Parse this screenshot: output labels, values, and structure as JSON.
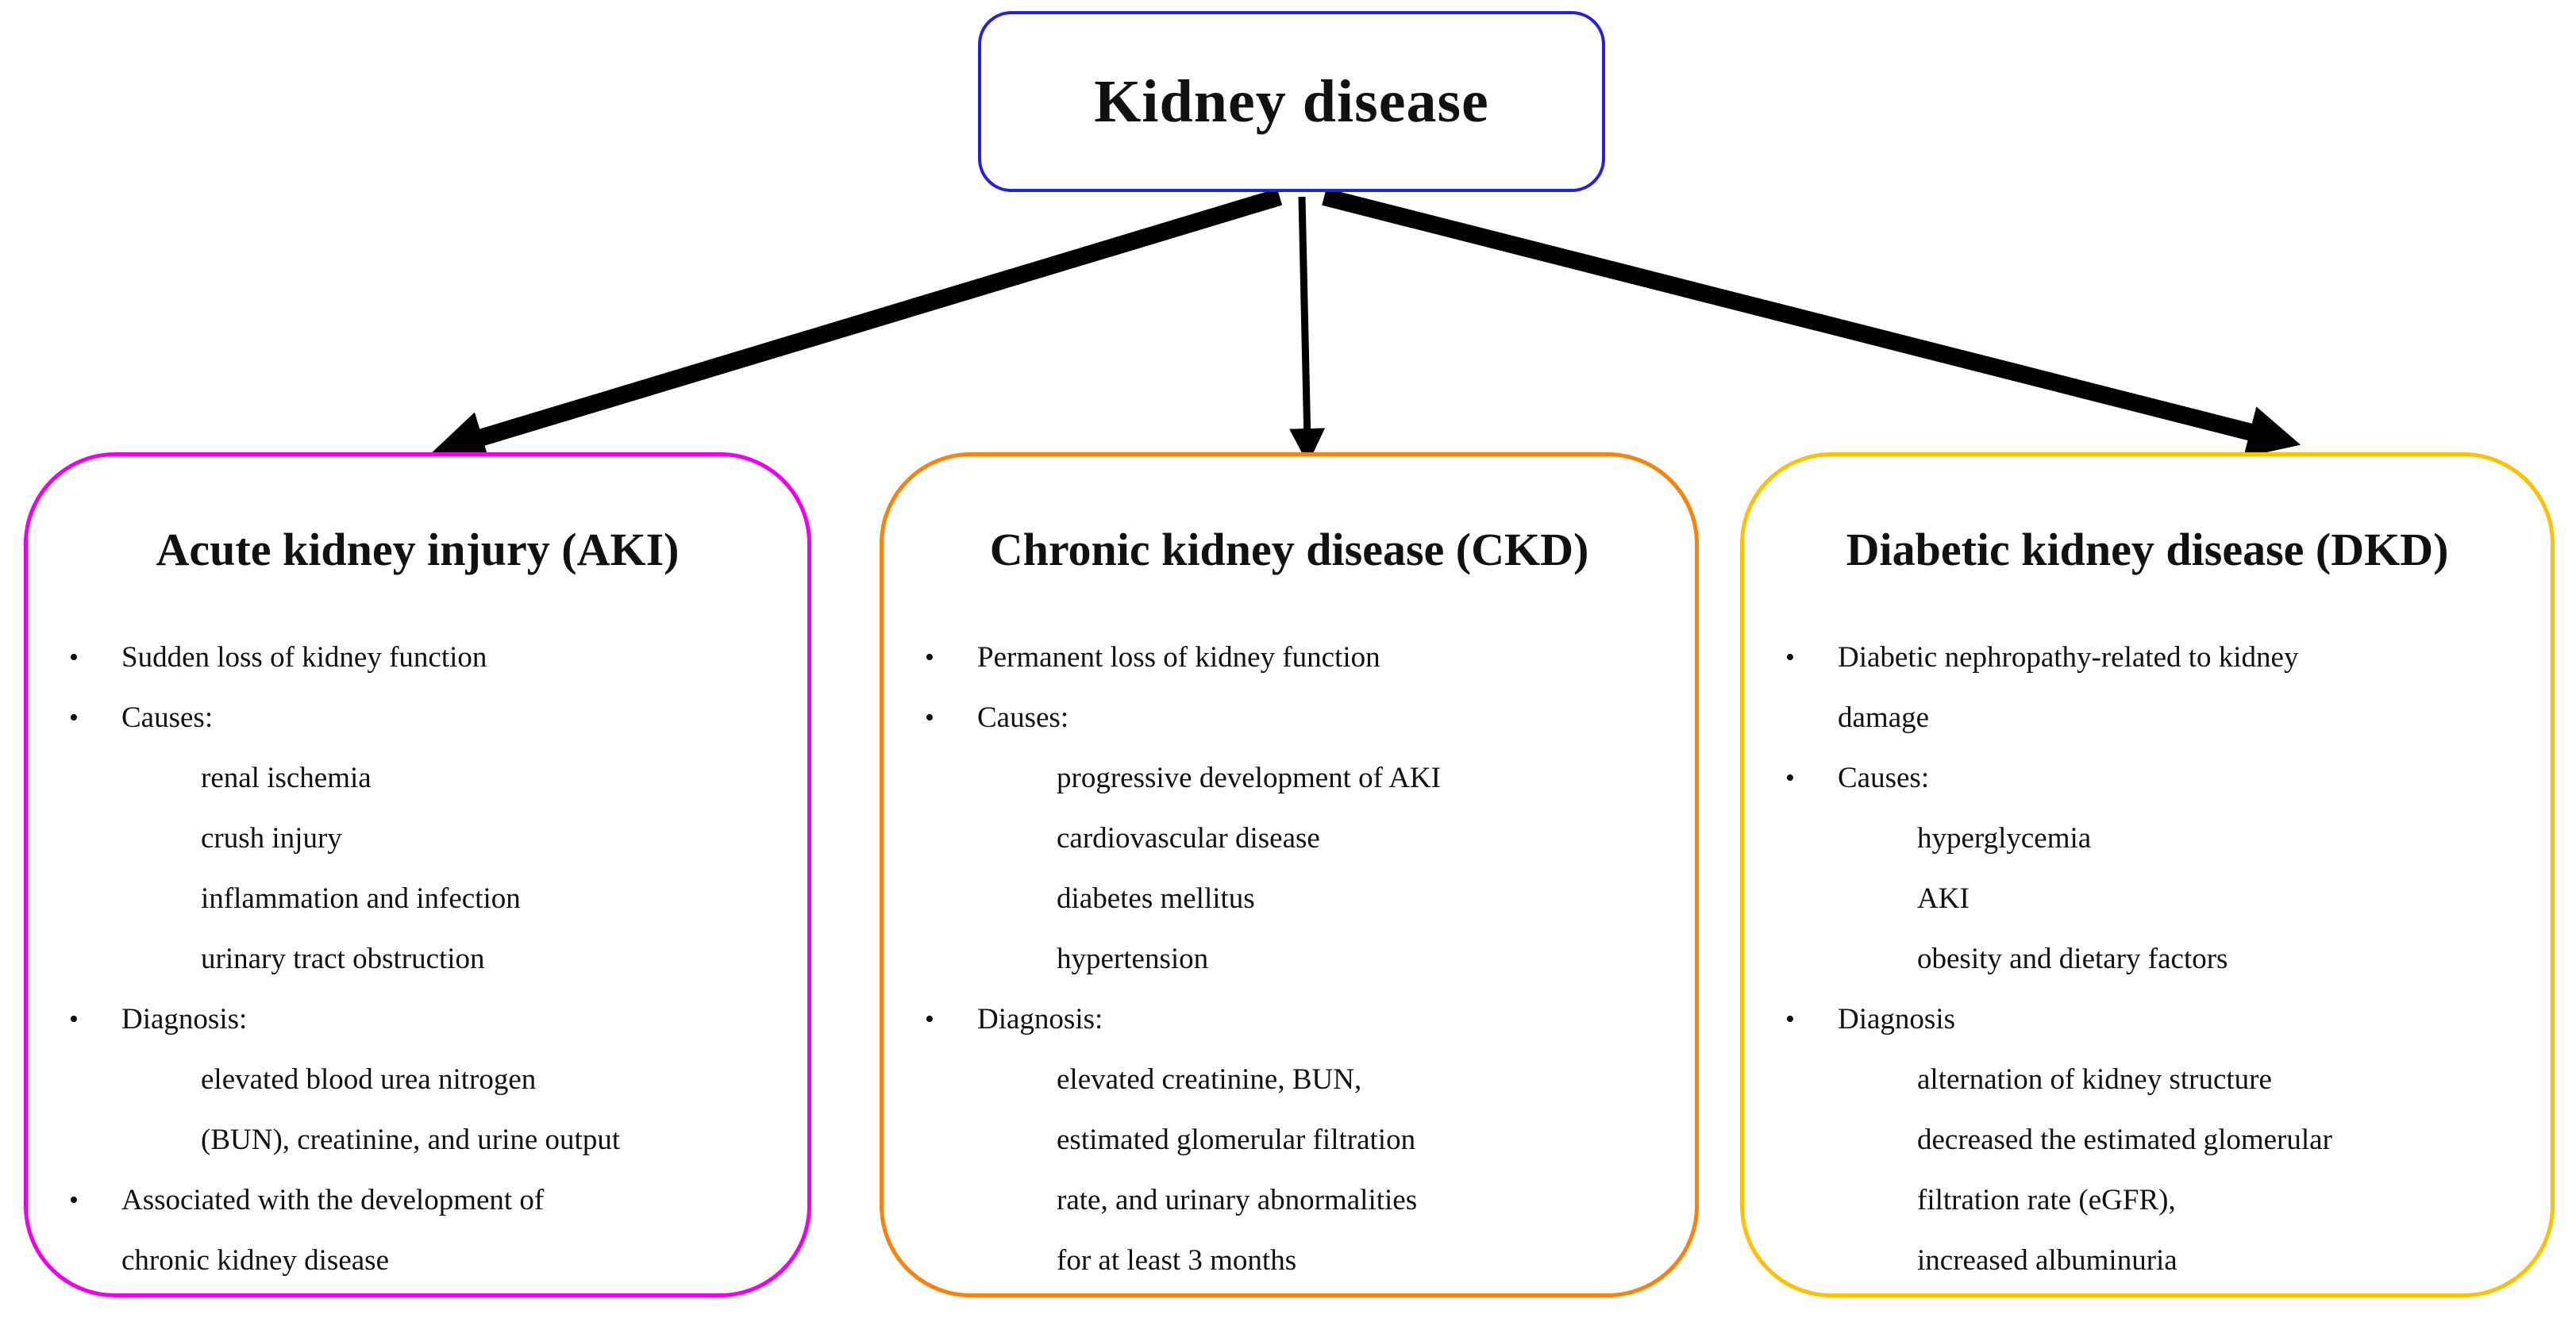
{
  "figure": {
    "bullet_char": "•",
    "arrow_color": "#000000"
  },
  "root": {
    "title": "Kidney disease",
    "border_color": "#2222dd"
  },
  "branches": [
    {
      "title": "Acute kidney injury (AKI)",
      "border_color": "#ee00ee",
      "items": [
        {
          "indent": "bullet",
          "text": "Sudden loss of kidney function"
        },
        {
          "indent": "bullet",
          "text": "Causes:"
        },
        {
          "indent": "sub",
          "text": "renal ischemia"
        },
        {
          "indent": "sub",
          "text": "crush injury"
        },
        {
          "indent": "sub",
          "text": "inflammation and infection"
        },
        {
          "indent": "sub",
          "text": "urinary tract obstruction"
        },
        {
          "indent": "bullet",
          "text": "Diagnosis:"
        },
        {
          "indent": "sub",
          "text": "elevated blood urea nitrogen"
        },
        {
          "indent": "sub",
          "text": "(BUN), creatinine, and urine output"
        },
        {
          "indent": "bullet",
          "text": "Associated with the development of"
        },
        {
          "indent": "wrap",
          "text": "chronic kidney disease"
        }
      ]
    },
    {
      "title": "Chronic kidney disease (CKD)",
      "border_color": "#f8820a",
      "items": [
        {
          "indent": "bullet",
          "text": "Permanent loss of kidney function"
        },
        {
          "indent": "bullet",
          "text": "Causes:"
        },
        {
          "indent": "sub",
          "text": "progressive development of AKI"
        },
        {
          "indent": "sub",
          "text": "cardiovascular disease"
        },
        {
          "indent": "sub",
          "text": "diabetes mellitus"
        },
        {
          "indent": "sub",
          "text": "hypertension"
        },
        {
          "indent": "bullet",
          "text": "Diagnosis:"
        },
        {
          "indent": "sub",
          "text": "elevated creatinine, BUN,"
        },
        {
          "indent": "sub",
          "text": "estimated glomerular filtration"
        },
        {
          "indent": "sub",
          "text": "rate, and urinary abnormalities"
        },
        {
          "indent": "sub",
          "text": "for at least 3 months"
        }
      ]
    },
    {
      "title": "Diabetic kidney disease (DKD)",
      "border_color": "#ffc000",
      "items": [
        {
          "indent": "bullet",
          "text": "Diabetic nephropathy-related to kidney"
        },
        {
          "indent": "wrap",
          "text": "damage"
        },
        {
          "indent": "bullet",
          "text": "Causes:"
        },
        {
          "indent": "sub",
          "text": "hyperglycemia"
        },
        {
          "indent": "sub",
          "text": "AKI"
        },
        {
          "indent": "sub",
          "text": "obesity and dietary factors"
        },
        {
          "indent": "bullet",
          "text": "Diagnosis"
        },
        {
          "indent": "sub",
          "text": "alternation of kidney structure"
        },
        {
          "indent": "sub",
          "text": "decreased the estimated glomerular"
        },
        {
          "indent": "sub",
          "text": "filtration rate (eGFR),"
        },
        {
          "indent": "sub",
          "text": "increased albuminuria"
        }
      ]
    }
  ]
}
